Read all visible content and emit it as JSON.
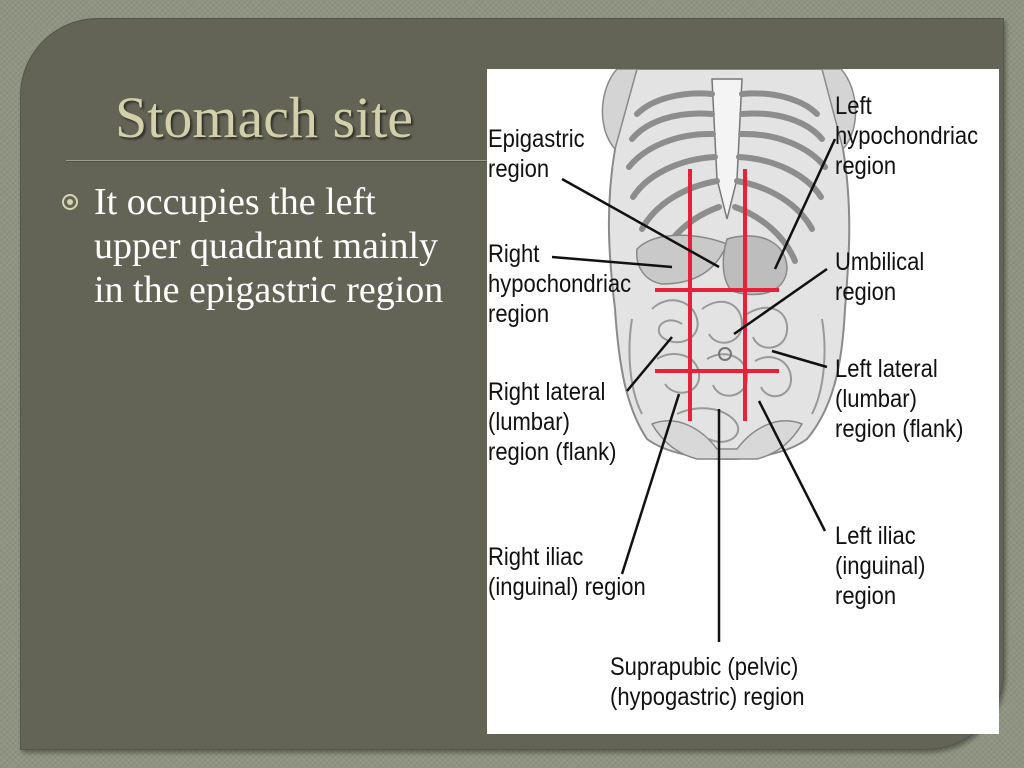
{
  "slide": {
    "title": "Stomach site",
    "bullet": "It occupies the left upper quadrant mainly in the epigastric region"
  },
  "figure": {
    "labels": {
      "epigastric_1": "Epigastric",
      "epigastric_2": "region",
      "right_hypo_1": "Right",
      "right_hypo_2": "hypochondriac",
      "right_hypo_3": "region",
      "right_lateral_1": "Right lateral",
      "right_lateral_2": "(lumbar)",
      "right_lateral_3": "region (flank)",
      "right_iliac_1": "Right iliac",
      "right_iliac_2": "(inguinal) region",
      "suprapubic_1": "Suprapubic (pelvic)",
      "suprapubic_2": "(hypogastric) region",
      "left_hypo_1": "Left",
      "left_hypo_2": "hypochondriac",
      "left_hypo_3": "region",
      "umbilical_1": "Umbilical",
      "umbilical_2": "region",
      "left_lateral_1": "Left lateral",
      "left_lateral_2": "(lumbar)",
      "left_lateral_3": "region (flank)",
      "left_iliac_1": "Left iliac",
      "left_iliac_2": "(inguinal)",
      "left_iliac_3": "region"
    },
    "colors": {
      "region_lines": "#e8213a",
      "leader_lines": "#111111",
      "body_fill": "#dcdcdc"
    }
  }
}
